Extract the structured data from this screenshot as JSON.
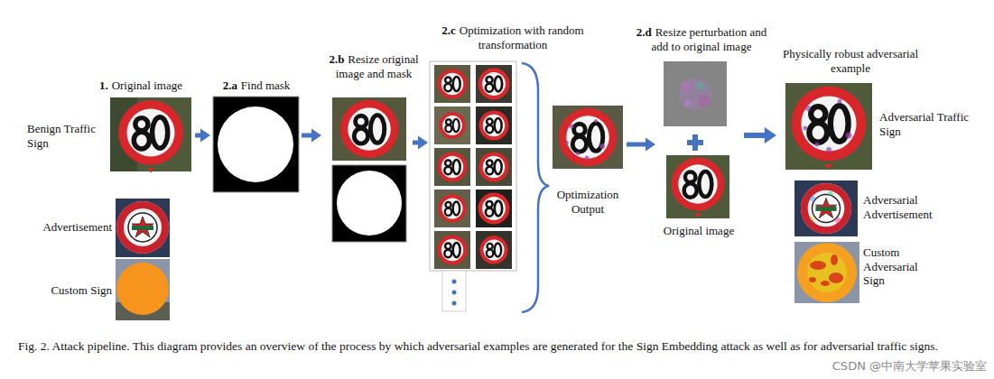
{
  "diagram": {
    "caption": "Fig. 2. Attack pipeline. This diagram provides an overview of the process by which adversarial examples are generated for the Sign Embedding attack as well as for adversarial traffic signs.",
    "nodes": [
      {
        "text": [
          "1.",
          "Original image"
        ]
      },
      {
        "text": [
          "Benign Traffic Sign"
        ],
        "in": 0
      },
      {
        "text": [
          "Advertisement"
        ],
        "in": 0
      },
      {
        "text": [
          "Custom Sign"
        ],
        "in": 0
      },
      {
        "text": [
          "2.a",
          "Find mask"
        ]
      },
      {
        "text": [
          "2.b",
          "Resize original image and mask"
        ]
      },
      {
        "text": [
          "2.c",
          "Optimization with random transformation"
        ]
      },
      {
        "text": [
          "Optimization Output"
        ]
      },
      {
        "text": [
          "2.d",
          "Resize perturbation and add to original image"
        ]
      },
      {
        "text": [
          "Original image"
        ],
        "in": 8
      },
      {
        "text": [
          "Physically robust adversarial example"
        ]
      },
      {
        "text": [
          "Adversarial Traffic Sign"
        ],
        "in": 10
      },
      {
        "text": [
          "Adversarial Advertisement"
        ],
        "in": 10
      },
      {
        "text": [
          "Custom Adversarial Sign"
        ],
        "in": 10
      }
    ],
    "edges": [
      {
        "from": 0,
        "to": 4,
        "arrow": "to"
      },
      {
        "from": 4,
        "to": 5,
        "arrow": "to"
      },
      {
        "from": 5,
        "to": 6,
        "arrow": "to"
      },
      {
        "from": 7,
        "to": 8,
        "arrow": "to"
      },
      {
        "from": 8,
        "to": 10,
        "arrow": "to"
      }
    ],
    "labels": [
      "CSDN @中南大学苹果实验室"
    ]
  }
}
